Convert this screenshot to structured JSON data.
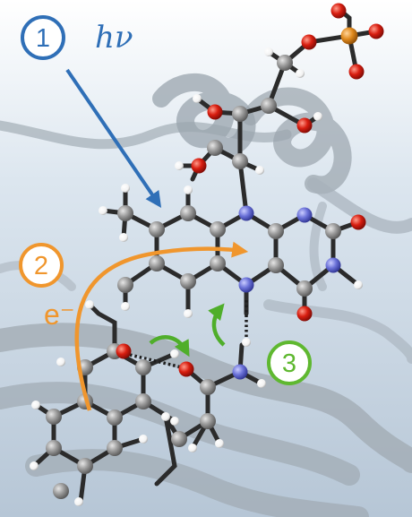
{
  "figure": {
    "steps": [
      {
        "number": "1",
        "color": "#2f6fb7"
      },
      {
        "number": "2",
        "color": "#f0962d"
      },
      {
        "number": "3",
        "color": "#5fb830"
      }
    ],
    "label_hv": "hν",
    "label_electron": "e⁻"
  },
  "colors": {
    "background_top": "#ffffff",
    "background_bottom": "#b9c9d9",
    "protein_ribbon": "#9aa4ad",
    "carbon": "#8f8f8f",
    "nitrogen": "#6b72d8",
    "oxygen": "#d81e10",
    "hydrogen": "#ffffff",
    "phosphorus": "#e08a1e",
    "bond": "#2b2b2b"
  }
}
